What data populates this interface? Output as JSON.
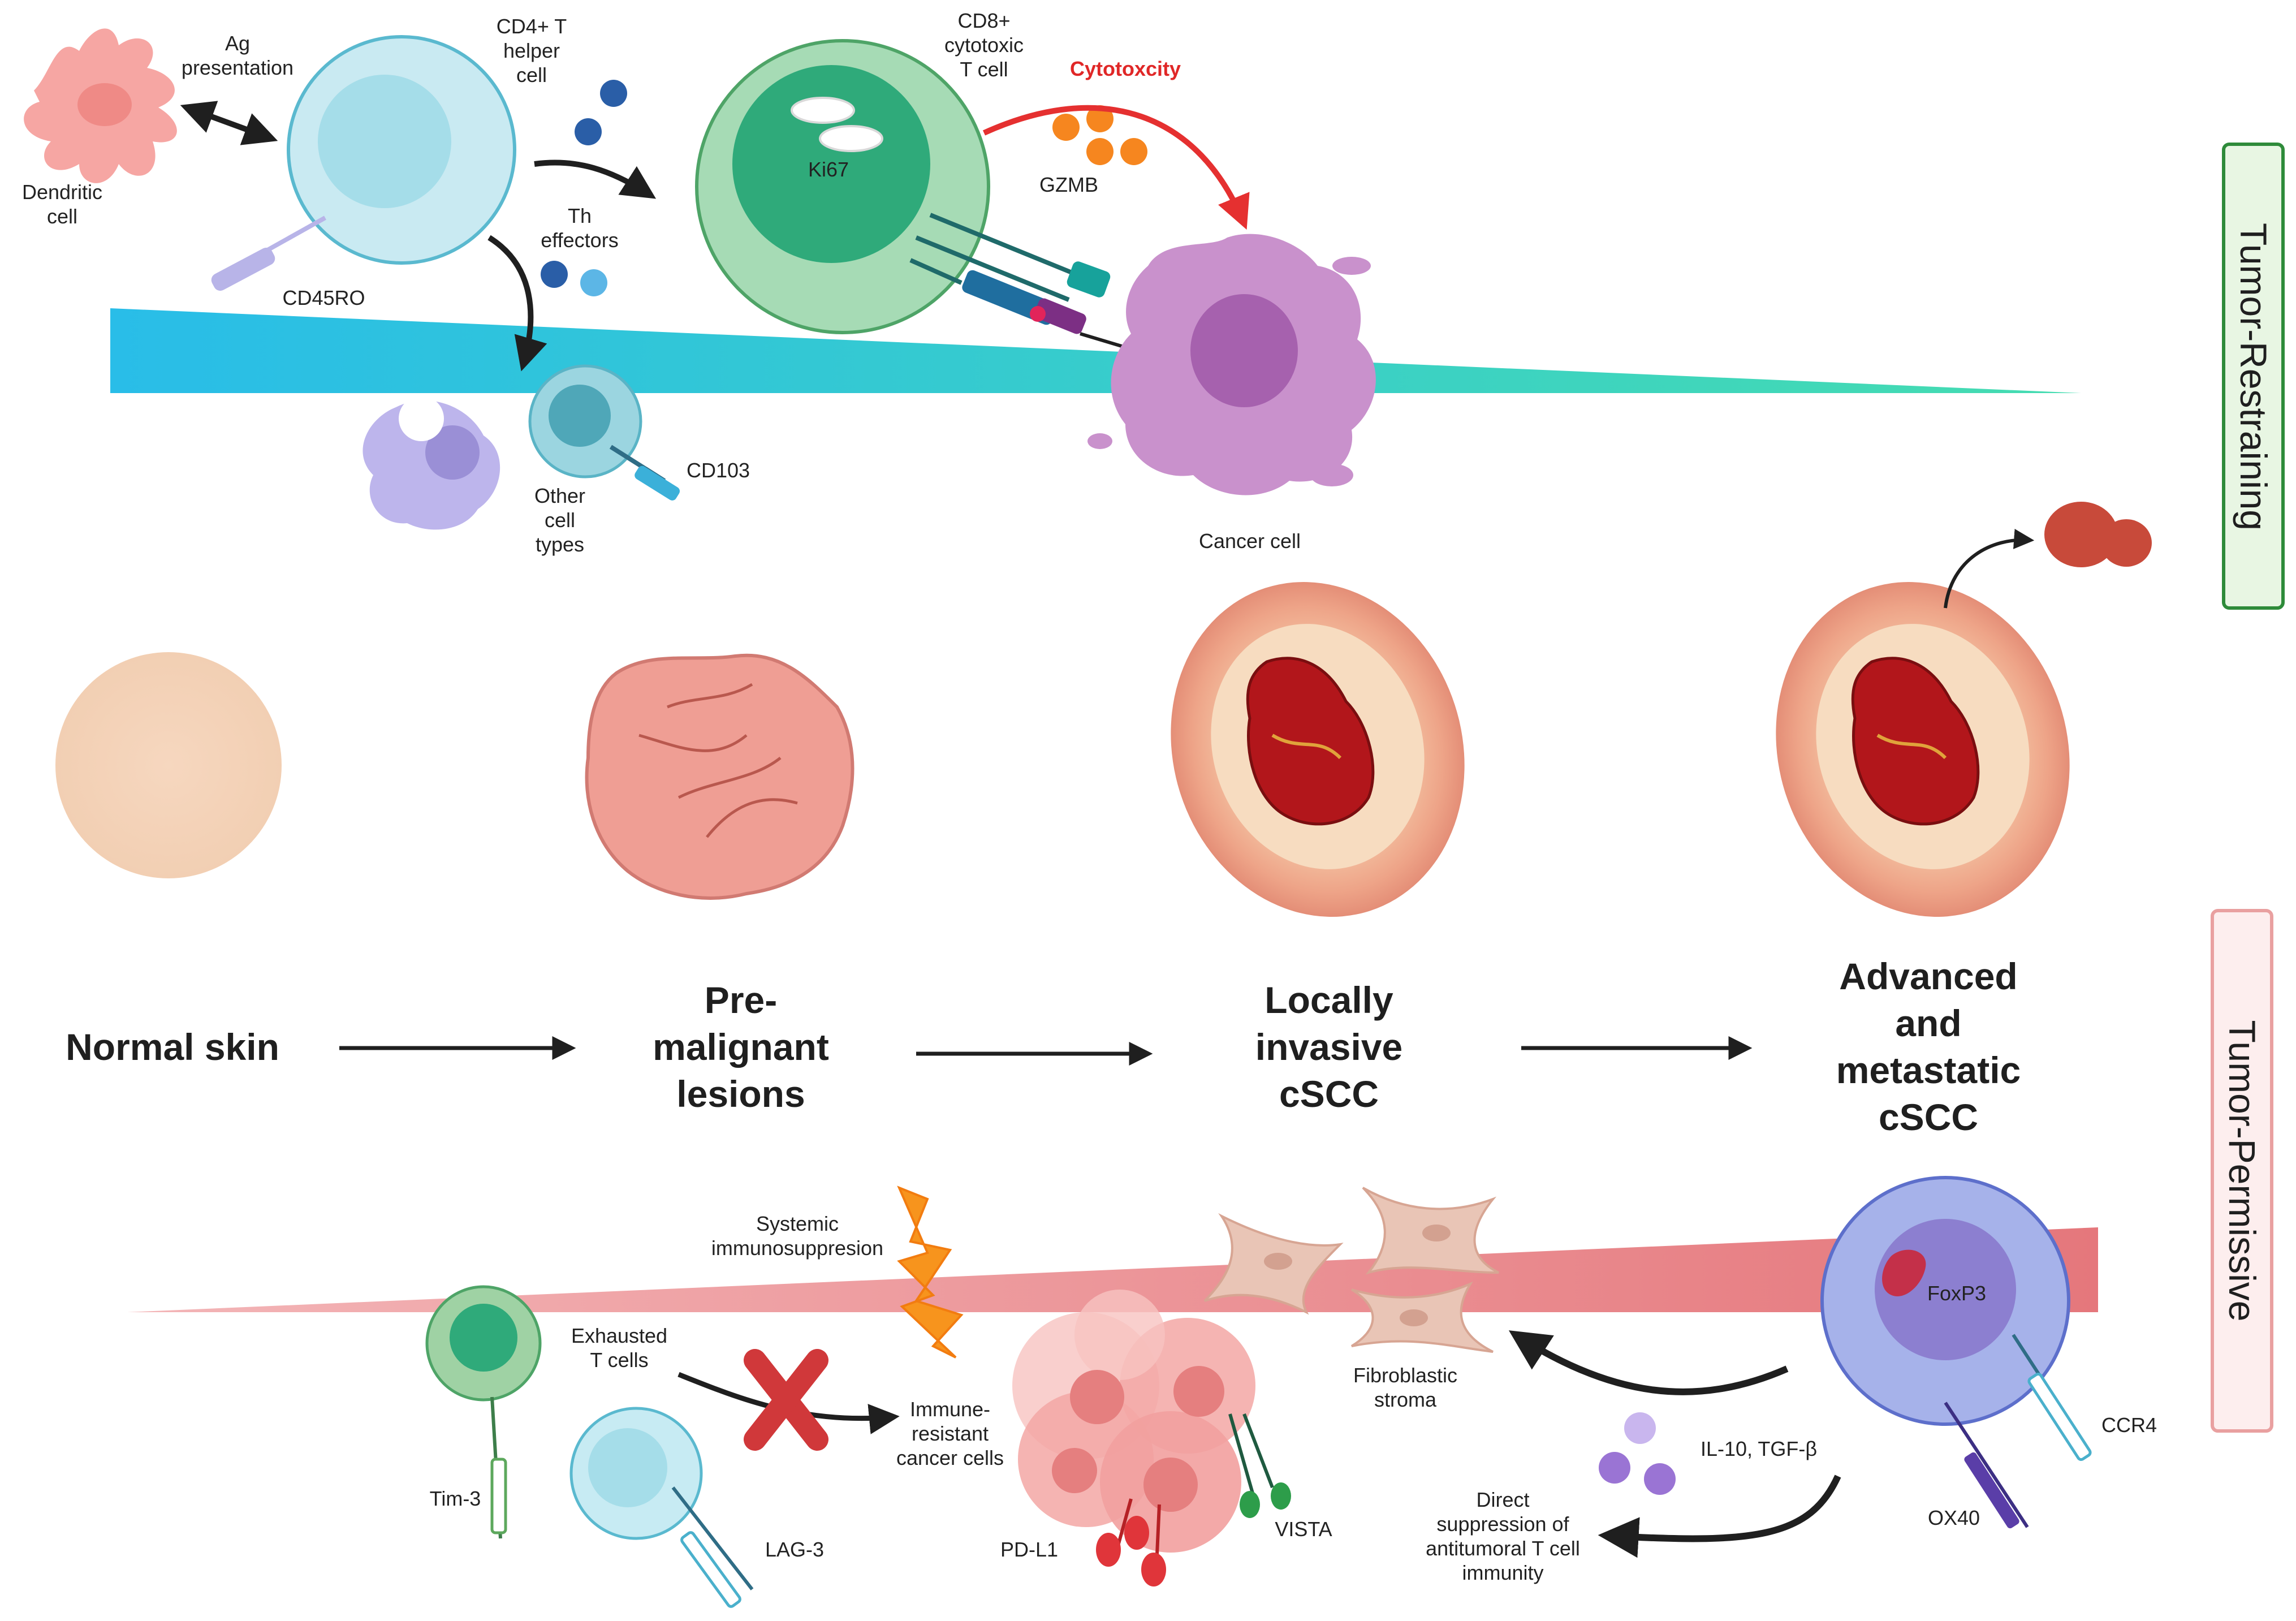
{
  "labels": {
    "dendritic_cell": "Dendritic\ncell",
    "ag_presentation": "Ag\npresentation",
    "cd4_t_helper": "CD4+ T\nhelper\ncell",
    "cd8_cytotoxic": "CD8+\ncytotoxic\nT cell",
    "cytotoxicity": "Cytotoxcity",
    "ki67": "Ki67",
    "gzmb": "GZMB",
    "th_effectors": "Th\neffectors",
    "cd45ro": "CD45RO",
    "cd103": "CD103",
    "other_cell_types": "Other\ncell\ntypes",
    "cancer_cell": "Cancer cell",
    "systemic_immunosuppression": "Systemic\nimmunosuppresion",
    "exhausted_t_cells": "Exhausted\nT cells",
    "immune_resistant": "Immune-\nresistant\ncancer cells",
    "tim3": "Tim-3",
    "lag3": "LAG-3",
    "pdl1": "PD-L1",
    "vista": "VISTA",
    "fibroblastic_stroma": "Fibroblastic\nstroma",
    "foxp3": "FoxP3",
    "ccr4": "CCR4",
    "ox40": "OX40",
    "il10_tgfb": "IL-10, TGF-β",
    "direct_suppression": "Direct\nsuppression of\nantitumoral T cell\nimmunity"
  },
  "stages": {
    "normal": "Normal skin",
    "premalignant": "Pre-\nmalignant\nlesions",
    "locally_invasive": "Locally\ninvasive\ncSCC",
    "advanced": "Advanced\nand\nmetastatic\ncSCC"
  },
  "side_labels": {
    "restraining": "Tumor-Restraining",
    "permissive": "Tumor-Permissive"
  },
  "colors": {
    "restraining_border": "#2e8b3a",
    "restraining_fill": "#e8f6e3",
    "permissive_border": "#e9a0a0",
    "permissive_fill": "#fdeeee",
    "cytotoxicity": "#e02727",
    "restraining_wedge_left": "#29bde8",
    "restraining_wedge_right": "#3fd6b0",
    "permissive_wedge": "#e87b7f"
  }
}
